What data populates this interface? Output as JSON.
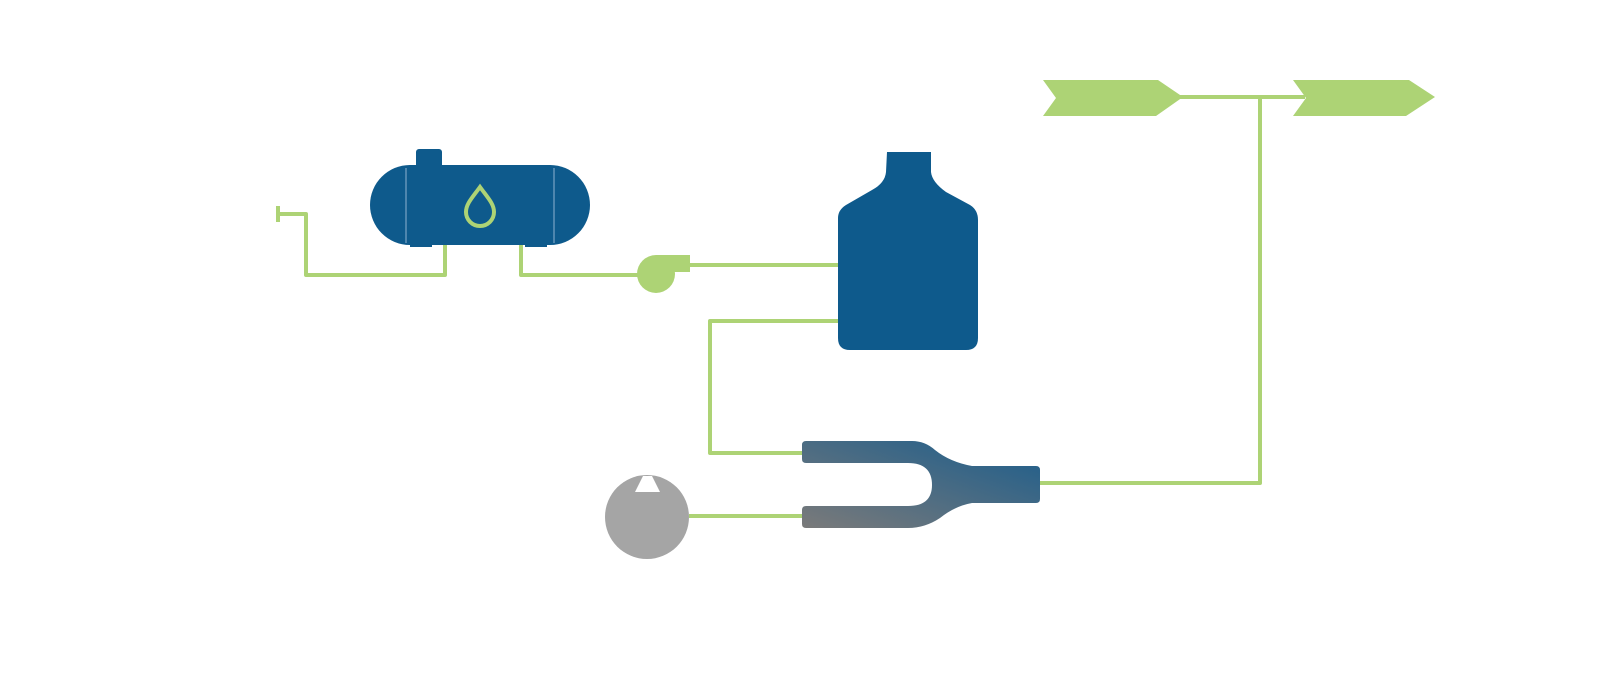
{
  "diagram": {
    "colors": {
      "vessel": "#0e5a8c",
      "pipe": "#add375",
      "pump": "#add375",
      "valve": "#a5a5a5",
      "mixer_start": "#7a7a7a",
      "mixer_end": "#1b5d8c",
      "accent_line": "#8fb3cf"
    },
    "components": [
      "horizontal-tank",
      "pump",
      "bottle-vessel",
      "y-mixer",
      "control-valve",
      "output-arrow",
      "output-arrow"
    ]
  }
}
